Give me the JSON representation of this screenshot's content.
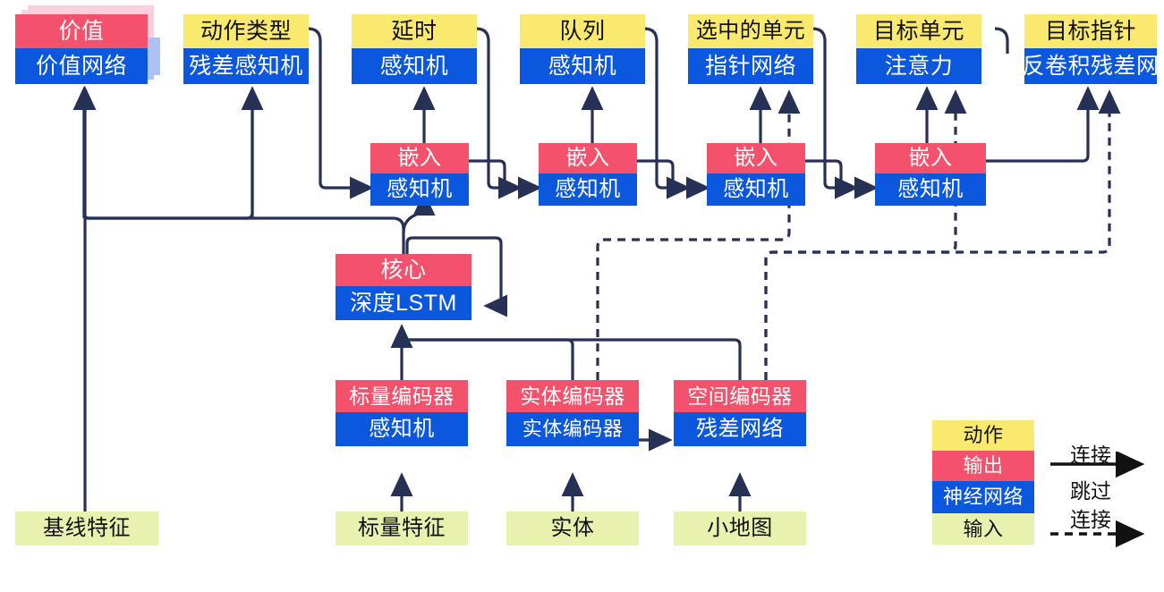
{
  "diagram": {
    "title": "AlphaStar-style policy network architecture diagram",
    "colors": {
      "action": "#FAE96F",
      "output": "#F4516C",
      "network": "#0B57DE",
      "input": "#E8F2AE",
      "wire": "#273055",
      "ghost_pink": "#FBD0DC",
      "ghost_blue": "#AEC1F4"
    },
    "head_nodes": [
      {
        "id": "value",
        "top": "价值",
        "bottom": "价值网络",
        "top_kind": "output",
        "stacked": true
      },
      {
        "id": "action_type",
        "top": "动作类型",
        "bottom": "残差感知机",
        "top_kind": "action",
        "stacked": false
      },
      {
        "id": "delay",
        "top": "延时",
        "bottom": "感知机",
        "top_kind": "action",
        "stacked": false
      },
      {
        "id": "queue",
        "top": "队列",
        "bottom": "感知机",
        "top_kind": "action",
        "stacked": false
      },
      {
        "id": "selected_units",
        "top": "选中的单元",
        "bottom": "指针网络",
        "top_kind": "action",
        "stacked": false
      },
      {
        "id": "target_unit",
        "top": "目标单元",
        "bottom": "注意力",
        "top_kind": "action",
        "stacked": false
      },
      {
        "id": "target_point",
        "top": "目标指针",
        "bottom": "反卷积残差网",
        "top_kind": "action",
        "stacked": false
      }
    ],
    "embed_nodes": [
      {
        "id": "embed1",
        "top": "嵌入",
        "bottom": "感知机"
      },
      {
        "id": "embed2",
        "top": "嵌入",
        "bottom": "感知机"
      },
      {
        "id": "embed3",
        "top": "嵌入",
        "bottom": "感知机"
      },
      {
        "id": "embed4",
        "top": "嵌入",
        "bottom": "感知机"
      }
    ],
    "core_node": {
      "id": "core",
      "top": "核心",
      "bottom": "深度LSTM"
    },
    "encoder_nodes": [
      {
        "id": "scalar_encoder",
        "top": "标量编码器",
        "bottom": "感知机"
      },
      {
        "id": "entity_encoder",
        "top": "实体编码器",
        "bottom": "实体编码器"
      },
      {
        "id": "spatial_encoder",
        "top": "空间编码器",
        "bottom": "残差网络"
      }
    ],
    "input_nodes": [
      {
        "id": "baseline_features",
        "label": "基线特征"
      },
      {
        "id": "scalar_features",
        "label": "标量特征"
      },
      {
        "id": "entities",
        "label": "实体"
      },
      {
        "id": "minimap",
        "label": "小地图"
      }
    ],
    "legend": {
      "swatches": [
        {
          "id": "legend-action",
          "label": "动作",
          "kind": "action"
        },
        {
          "id": "legend-output",
          "label": "输出",
          "kind": "output"
        },
        {
          "id": "legend-network",
          "label": "神经网络",
          "kind": "network"
        },
        {
          "id": "legend-input",
          "label": "输入",
          "kind": "input"
        }
      ],
      "connection_label": "连接",
      "skip_label_line1": "跳过",
      "skip_label_line2": "连接"
    }
  }
}
